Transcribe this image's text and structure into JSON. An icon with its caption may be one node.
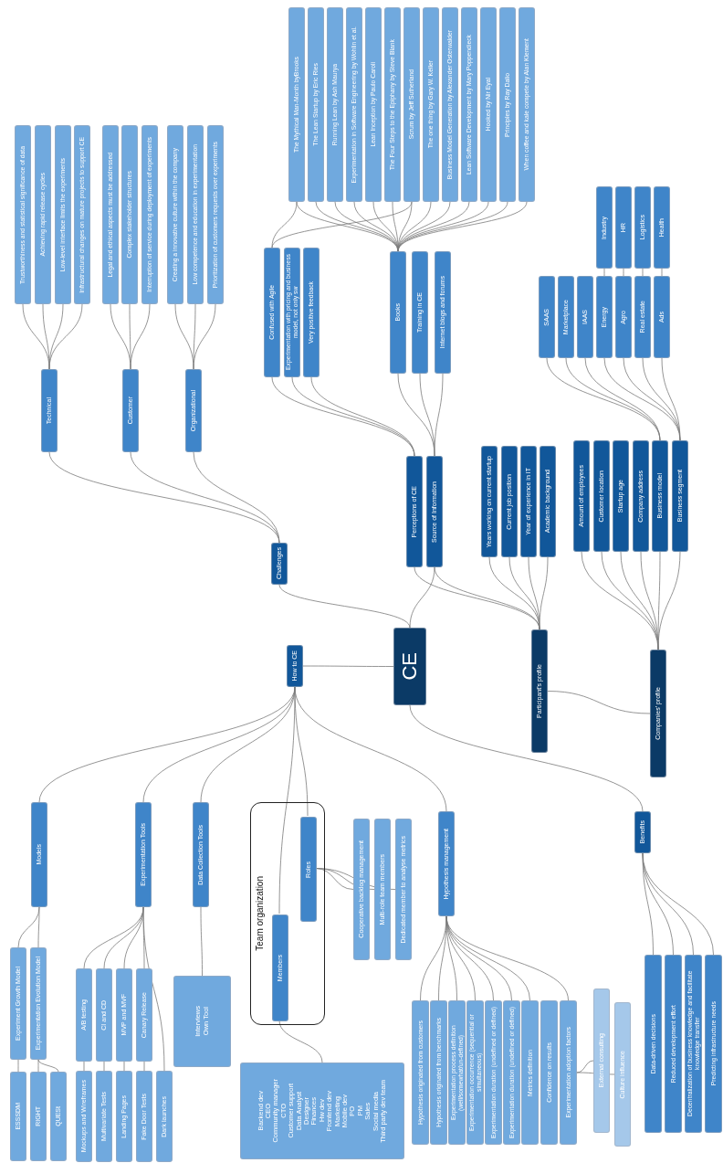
{
  "diagram": {
    "nodes": [
      {
        "text": [
          "CE"
        ]
      },
      {
        "text": [
          "Challenges"
        ]
      },
      {
        "text": [
          "Technical"
        ]
      },
      {
        "text": [
          "Customer"
        ]
      },
      {
        "text": [
          "Organizational"
        ]
      },
      {
        "text": [
          "Trustworthiness and statistical significance of data"
        ]
      },
      {
        "text": [
          "Achieving rapid release cycles"
        ]
      },
      {
        "text": [
          "Low-level interface limits the experiments"
        ]
      },
      {
        "text": [
          "Infrastructural changes on mature projects to support CE"
        ]
      },
      {
        "text": [
          "Legal and ethical aspects must be addressed"
        ]
      },
      {
        "text": [
          "Complex stakeholder structures"
        ]
      },
      {
        "text": [
          "Interruption of service during deployment of experiments"
        ]
      },
      {
        "text": [
          "Creating a innovative culture within the company"
        ]
      },
      {
        "text": [
          "Low competence and education in experimentation"
        ]
      },
      {
        "text": [
          "Prioritization of customers requests over experiments"
        ]
      },
      {
        "text": [
          "Perceptions of CE"
        ]
      },
      {
        "text": [
          "Source of Information"
        ]
      },
      {
        "text": [
          "Confused with Agile"
        ]
      },
      {
        "text": [
          "Experimentation with pricing and business model, not only sw"
        ]
      },
      {
        "text": [
          "Very positive feedback"
        ]
      },
      {
        "text": [
          "Books"
        ]
      },
      {
        "text": [
          "Training in CE"
        ]
      },
      {
        "text": [
          "Internet blogs and forums"
        ]
      },
      {
        "text": [
          "The Mythical Man-Month byBrooks"
        ]
      },
      {
        "text": [
          "The Lean Startup by Eric Ries"
        ]
      },
      {
        "text": [
          "Running Lean by Ash Maurya"
        ]
      },
      {
        "text": [
          "Experimentation in Software Engineering by Wohlin et al."
        ]
      },
      {
        "text": [
          "Lean Inception by Paulo Caroli"
        ]
      },
      {
        "text": [
          "The Four Steps to the Epiphany by Steve Blank"
        ]
      },
      {
        "text": [
          "Scrum by Jeff Sutherland"
        ]
      },
      {
        "text": [
          "The one thing by Gary W. Keller"
        ]
      },
      {
        "text": [
          "Business Model Generation by Alexander Osterwalder"
        ]
      },
      {
        "text": [
          "Lean Software Development by Mary Poppendieck"
        ]
      },
      {
        "text": [
          "Hooked by Nir Eyal"
        ]
      },
      {
        "text": [
          "Principles by Ray Dalio"
        ]
      },
      {
        "text": [
          "When coffee and kale compete by Alan Klement"
        ]
      },
      {
        "text": [
          "Participant's profile"
        ]
      },
      {
        "text": [
          "Years working on current startup"
        ]
      },
      {
        "text": [
          "Current job position"
        ]
      },
      {
        "text": [
          "Year of experience in IT"
        ]
      },
      {
        "text": [
          "Academic background"
        ]
      },
      {
        "text": [
          "Companies' profile"
        ]
      },
      {
        "text": [
          "Amount of employees"
        ]
      },
      {
        "text": [
          "Customer location"
        ]
      },
      {
        "text": [
          "Startup age"
        ]
      },
      {
        "text": [
          "Company address"
        ]
      },
      {
        "text": [
          "Business model"
        ]
      },
      {
        "text": [
          "Business segment"
        ]
      },
      {
        "text": [
          "SAAS"
        ]
      },
      {
        "text": [
          "Marketplace"
        ]
      },
      {
        "text": [
          "IAAS"
        ]
      },
      {
        "text": [
          "Energy"
        ]
      },
      {
        "text": [
          "Agro"
        ]
      },
      {
        "text": [
          "Real estate"
        ]
      },
      {
        "text": [
          "Ads"
        ]
      },
      {
        "text": [
          "Industry"
        ]
      },
      {
        "text": [
          "HR"
        ]
      },
      {
        "text": [
          "Logistics"
        ]
      },
      {
        "text": [
          "Health"
        ]
      },
      {
        "text": [
          "How to CE"
        ]
      },
      {
        "text": [
          "Models"
        ]
      },
      {
        "text": [
          "Experiment Growth Model"
        ]
      },
      {
        "text": [
          "Experimentation Evolution Model"
        ]
      },
      {
        "text": [
          "ESSSDM"
        ]
      },
      {
        "text": [
          "RIGHT"
        ]
      },
      {
        "text": [
          "QUESt"
        ]
      },
      {
        "text": [
          "Experimentation Tools"
        ]
      },
      {
        "text": [
          "A/B testing"
        ]
      },
      {
        "text": [
          "CI and CD"
        ]
      },
      {
        "text": [
          "MVP and MVF"
        ]
      },
      {
        "text": [
          "Canary Release"
        ]
      },
      {
        "text": [
          "Mockups and Wireframes"
        ]
      },
      {
        "text": [
          "Multivariate Tests"
        ]
      },
      {
        "text": [
          "Landing Pages"
        ]
      },
      {
        "text": [
          "Fake Door Tests"
        ]
      },
      {
        "text": [
          "Dark launches"
        ]
      },
      {
        "text": [
          "Data Collection Tools"
        ]
      },
      {
        "text": [
          "Interviews",
          "Own Tool"
        ]
      },
      {
        "text": [
          "Team organization"
        ]
      },
      {
        "text": [
          "Members"
        ],
        "in": 78
      },
      {
        "text": [
          "Roles"
        ],
        "in": 78
      },
      {
        "text": [
          "Backend dev",
          "CEO",
          "Community manager",
          "CTO",
          "Customer support",
          "Data Analyst",
          "Designer",
          "Finances",
          "Hw dev",
          "Frontend dev",
          "Marketing",
          "Mobile dev",
          "PO",
          "PM",
          "Sales",
          "Social media",
          "Third party dev team"
        ]
      },
      {
        "text": [
          "Cooperative backlog management"
        ]
      },
      {
        "text": [
          "Multi-role team members"
        ]
      },
      {
        "text": [
          "Dedicated member to analyse metrics"
        ]
      },
      {
        "text": [
          "Hypothesis management"
        ]
      },
      {
        "text": [
          "Hypothesis originated from customers"
        ]
      },
      {
        "text": [
          "Hypothesis originated from benchmarks"
        ]
      },
      {
        "text": [
          "Experimentation process definition (well/somewhat/un-defined)"
        ]
      },
      {
        "text": [
          "Experimentation occurrence (sequential or simultaneous)"
        ]
      },
      {
        "text": [
          "Experimentation duration (undefined or defined)"
        ]
      },
      {
        "text": [
          "Experimentation duration (undefined or defined)"
        ]
      },
      {
        "text": [
          "Metrics definition"
        ]
      },
      {
        "text": [
          "Confidence on results"
        ]
      },
      {
        "text": [
          "Experimentation adoption factors"
        ]
      },
      {
        "text": [
          "External consulting"
        ]
      },
      {
        "text": [
          "Culture influence"
        ]
      },
      {
        "text": [
          "Benefits"
        ]
      },
      {
        "text": [
          "Data-driven decisions"
        ]
      },
      {
        "text": [
          "Reduced development effort"
        ]
      },
      {
        "text": [
          "Decentralization of business knowledge and facilitate knowledge transfer"
        ]
      },
      {
        "text": [
          "Predicting infrastructure needs"
        ]
      }
    ],
    "edges": [
      {
        "from": 0,
        "to": 1,
        "arrow": "none"
      },
      {
        "from": 1,
        "to": 2,
        "arrow": "none"
      },
      {
        "from": 1,
        "to": 3,
        "arrow": "none"
      },
      {
        "from": 1,
        "to": 4,
        "arrow": "none"
      },
      {
        "from": 2,
        "to": 5,
        "arrow": "none"
      },
      {
        "from": 2,
        "to": 6,
        "arrow": "none"
      },
      {
        "from": 2,
        "to": 7,
        "arrow": "none"
      },
      {
        "from": 2,
        "to": 8,
        "arrow": "none"
      },
      {
        "from": 3,
        "to": 9,
        "arrow": "none"
      },
      {
        "from": 3,
        "to": 10,
        "arrow": "none"
      },
      {
        "from": 3,
        "to": 11,
        "arrow": "none"
      },
      {
        "from": 4,
        "to": 12,
        "arrow": "none"
      },
      {
        "from": 4,
        "to": 13,
        "arrow": "none"
      },
      {
        "from": 4,
        "to": 14,
        "arrow": "none"
      },
      {
        "from": 0,
        "to": 16,
        "arrow": "none"
      },
      {
        "from": 15,
        "to": 17,
        "arrow": "none"
      },
      {
        "from": 15,
        "to": 18,
        "arrow": "none"
      },
      {
        "from": 15,
        "to": 19,
        "arrow": "none"
      },
      {
        "from": 16,
        "to": 20,
        "arrow": "none"
      },
      {
        "from": 16,
        "to": 21,
        "arrow": "none"
      },
      {
        "from": 16,
        "to": 22,
        "arrow": "none"
      },
      {
        "from": 20,
        "to": 23,
        "arrow": "none"
      },
      {
        "from": 20,
        "to": 24,
        "arrow": "none"
      },
      {
        "from": 20,
        "to": 25,
        "arrow": "none"
      },
      {
        "from": 20,
        "to": 26,
        "arrow": "none"
      },
      {
        "from": 20,
        "to": 27,
        "arrow": "none"
      },
      {
        "from": 20,
        "to": 28,
        "arrow": "none"
      },
      {
        "from": 20,
        "to": 29,
        "arrow": "none"
      },
      {
        "from": 20,
        "to": 30,
        "arrow": "none"
      },
      {
        "from": 20,
        "to": 31,
        "arrow": "none"
      },
      {
        "from": 20,
        "to": 32,
        "arrow": "none"
      },
      {
        "from": 20,
        "to": 33,
        "arrow": "none"
      },
      {
        "from": 20,
        "to": 34,
        "arrow": "none"
      },
      {
        "from": 20,
        "to": 35,
        "arrow": "none"
      },
      {
        "from": 17,
        "to": 23,
        "arrow": "none"
      },
      {
        "from": 17,
        "to": 29,
        "arrow": "none"
      },
      {
        "from": 15,
        "to": 36,
        "arrow": "none"
      },
      {
        "from": 16,
        "to": 36,
        "arrow": "none"
      },
      {
        "from": 36,
        "to": 37,
        "arrow": "none"
      },
      {
        "from": 36,
        "to": 38,
        "arrow": "none"
      },
      {
        "from": 36,
        "to": 39,
        "arrow": "none"
      },
      {
        "from": 36,
        "to": 40,
        "arrow": "none"
      },
      {
        "from": 36,
        "to": 41,
        "arrow": "none"
      },
      {
        "from": 41,
        "to": 42,
        "arrow": "none"
      },
      {
        "from": 41,
        "to": 43,
        "arrow": "none"
      },
      {
        "from": 41,
        "to": 44,
        "arrow": "none"
      },
      {
        "from": 41,
        "to": 45,
        "arrow": "none"
      },
      {
        "from": 41,
        "to": 46,
        "arrow": "none"
      },
      {
        "from": 41,
        "to": 47,
        "arrow": "none"
      },
      {
        "from": 46,
        "to": 48,
        "arrow": "none"
      },
      {
        "from": 46,
        "to": 49,
        "arrow": "none"
      },
      {
        "from": 46,
        "to": 50,
        "arrow": "none"
      },
      {
        "from": 47,
        "to": 51,
        "arrow": "none"
      },
      {
        "from": 47,
        "to": 52,
        "arrow": "none"
      },
      {
        "from": 47,
        "to": 53,
        "arrow": "none"
      },
      {
        "from": 47,
        "to": 54,
        "arrow": "none"
      },
      {
        "from": 51,
        "to": 55,
        "arrow": "none"
      },
      {
        "from": 52,
        "to": 56,
        "arrow": "none"
      },
      {
        "from": 53,
        "to": 57,
        "arrow": "none"
      },
      {
        "from": 54,
        "to": 58,
        "arrow": "none"
      },
      {
        "from": 0,
        "to": 59,
        "arrow": "none"
      },
      {
        "from": 59,
        "to": 60,
        "arrow": "none"
      },
      {
        "from": 60,
        "to": 61,
        "arrow": "none"
      },
      {
        "from": 60,
        "to": 62,
        "arrow": "none"
      },
      {
        "from": 61,
        "to": 63,
        "arrow": "none"
      },
      {
        "from": 62,
        "to": 64,
        "arrow": "none"
      },
      {
        "from": 62,
        "to": 65,
        "arrow": "none"
      },
      {
        "from": 59,
        "to": 66,
        "arrow": "none"
      },
      {
        "from": 66,
        "to": 67,
        "arrow": "none"
      },
      {
        "from": 66,
        "to": 68,
        "arrow": "none"
      },
      {
        "from": 66,
        "to": 69,
        "arrow": "none"
      },
      {
        "from": 66,
        "to": 70,
        "arrow": "none"
      },
      {
        "from": 66,
        "to": 75,
        "arrow": "none"
      },
      {
        "from": 67,
        "to": 71,
        "arrow": "none"
      },
      {
        "from": 68,
        "to": 72,
        "arrow": "none"
      },
      {
        "from": 69,
        "to": 73,
        "arrow": "none"
      },
      {
        "from": 70,
        "to": 74,
        "arrow": "none"
      },
      {
        "from": 59,
        "to": 76,
        "arrow": "none"
      },
      {
        "from": 76,
        "to": 77,
        "arrow": "none"
      },
      {
        "from": 59,
        "to": 79,
        "arrow": "none"
      },
      {
        "from": 59,
        "to": 80,
        "arrow": "none"
      },
      {
        "from": 79,
        "to": 81,
        "arrow": "none"
      },
      {
        "from": 80,
        "to": 82,
        "arrow": "none"
      },
      {
        "from": 80,
        "to": 83,
        "arrow": "none"
      },
      {
        "from": 80,
        "to": 84,
        "arrow": "none"
      },
      {
        "from": 59,
        "to": 85,
        "arrow": "none"
      },
      {
        "from": 85,
        "to": 86,
        "arrow": "none"
      },
      {
        "from": 85,
        "to": 87,
        "arrow": "none"
      },
      {
        "from": 85,
        "to": 88,
        "arrow": "none"
      },
      {
        "from": 85,
        "to": 89,
        "arrow": "none"
      },
      {
        "from": 85,
        "to": 90,
        "arrow": "none"
      },
      {
        "from": 85,
        "to": 91,
        "arrow": "none"
      },
      {
        "from": 85,
        "to": 92,
        "arrow": "none"
      },
      {
        "from": 85,
        "to": 94,
        "arrow": "none"
      },
      {
        "from": 94,
        "to": 95,
        "arrow": "none"
      },
      {
        "from": 94,
        "to": 96,
        "arrow": "none"
      },
      {
        "from": 0,
        "to": 97,
        "arrow": "none"
      },
      {
        "from": 97,
        "to": 98,
        "arrow": "none"
      },
      {
        "from": 97,
        "to": 99,
        "arrow": "none"
      },
      {
        "from": 97,
        "to": 100,
        "arrow": "none"
      },
      {
        "from": 97,
        "to": 101,
        "arrow": "none"
      }
    ]
  }
}
